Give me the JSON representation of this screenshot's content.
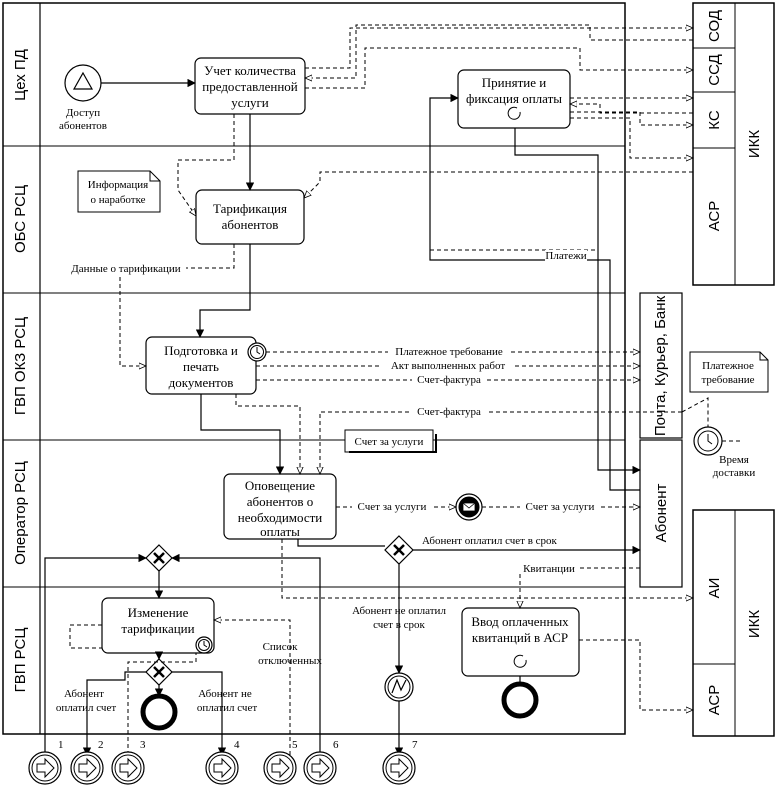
{
  "lanes": [
    {
      "label": "Цех ПД"
    },
    {
      "label": "ОБС РСЦ"
    },
    {
      "label": "ГВП ОКЗ РСЦ"
    },
    {
      "label": "Оператор РСЦ"
    },
    {
      "label": "ГВП РСЦ"
    }
  ],
  "ikk_top": {
    "title": "ИКК",
    "lanes": [
      "СОД",
      "ССД",
      "КС",
      "АСР"
    ]
  },
  "ikk_bottom": {
    "title": "ИКК",
    "lanes": [
      "АИ",
      "АСР"
    ]
  },
  "external": {
    "post": "Почта, Курьер, Банк",
    "subscriber": "Абонент"
  },
  "tasks": {
    "accounting": [
      "Учет количества",
      "предоставленной",
      "услуги"
    ],
    "payment_accept": [
      "Принятие и",
      "фиксация оплаты"
    ],
    "tariffing": [
      "Тарификация",
      "абонентов"
    ],
    "prepare_docs": [
      "Подготовка и",
      "печать",
      "документов"
    ],
    "notify": [
      "Оповещение",
      "абонентов о",
      "необходимости",
      "оплаты"
    ],
    "change_tariff": [
      "Изменение",
      "тарификации"
    ],
    "enter_receipts": [
      "Ввод оплаченных",
      "квитанций в АСР"
    ]
  },
  "events": {
    "start_label": [
      "Доступ",
      "абонентов"
    ],
    "timer_label": [
      "Время",
      "доставки"
    ]
  },
  "annotations": {
    "info": [
      "Информация",
      "о наработке"
    ],
    "invoice_note": "Счет за услуги",
    "payment_req_note": [
      "Платежное",
      "требование"
    ]
  },
  "flow_labels": {
    "tariff_data": "Данные о тарификации",
    "payments": "Платежи",
    "payment_requirement": "Платежное требование",
    "act": "Акт выполненных работ",
    "invoice": "Счет-фактура",
    "invoice2": "Счет-фактура",
    "bill1": "Счет за услуги",
    "bill2": "Счет за услуги",
    "paid_on_time": "Абонент оплатил счет в срок",
    "receipts": "Квитанции",
    "not_paid_on_time": [
      "Абонент не оплатил",
      "счет в срок"
    ],
    "disconnect_list": [
      "Список",
      "отключенных"
    ],
    "paid": [
      "Абонент",
      "оплатил счет"
    ],
    "not_paid": [
      "Абонент не",
      "оплатил счет"
    ]
  },
  "link_numbers": [
    "1",
    "2",
    "3",
    "4",
    "5",
    "6",
    "7"
  ]
}
